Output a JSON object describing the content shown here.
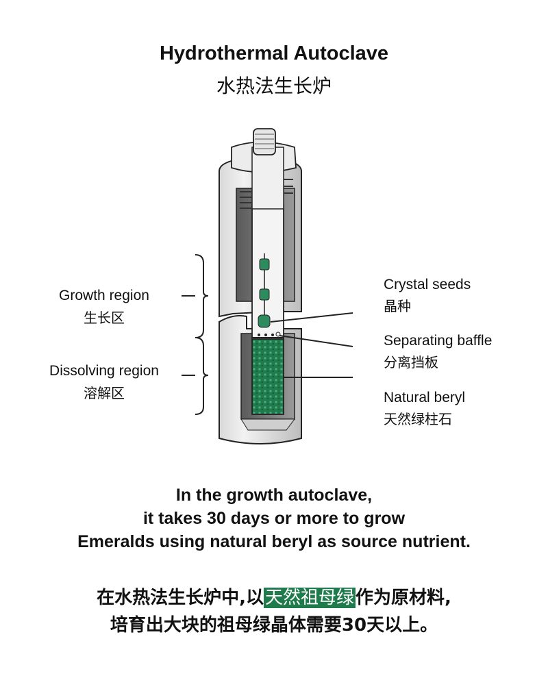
{
  "title": {
    "en": "Hydrothermal Autoclave",
    "zh": "水热法生长炉"
  },
  "regions": [
    {
      "en": "Growth region",
      "zh": "生长区"
    },
    {
      "en": "Dissolving region",
      "zh": "溶解区"
    }
  ],
  "callouts": [
    {
      "en": "Crystal seeds",
      "zh": "晶种"
    },
    {
      "en": "Separating baffle",
      "zh": "分离挡板"
    },
    {
      "en": "Natural beryl",
      "zh": "天然绿柱石"
    }
  ],
  "caption_en": [
    "In the growth autoclave,",
    "it takes 30 days or more to grow",
    "Emeralds using natural beryl as source nutrient."
  ],
  "caption_zh": {
    "line1_pre": "在水热法生长炉中,以",
    "line1_highlight": "天然祖母绿",
    "line1_post": "作为原材料,",
    "line2": "培育出大块的祖母绿晶体需要30天以上。"
  },
  "colors": {
    "emerald": "#1f7a4c",
    "highlight": "#1f7a4c"
  }
}
